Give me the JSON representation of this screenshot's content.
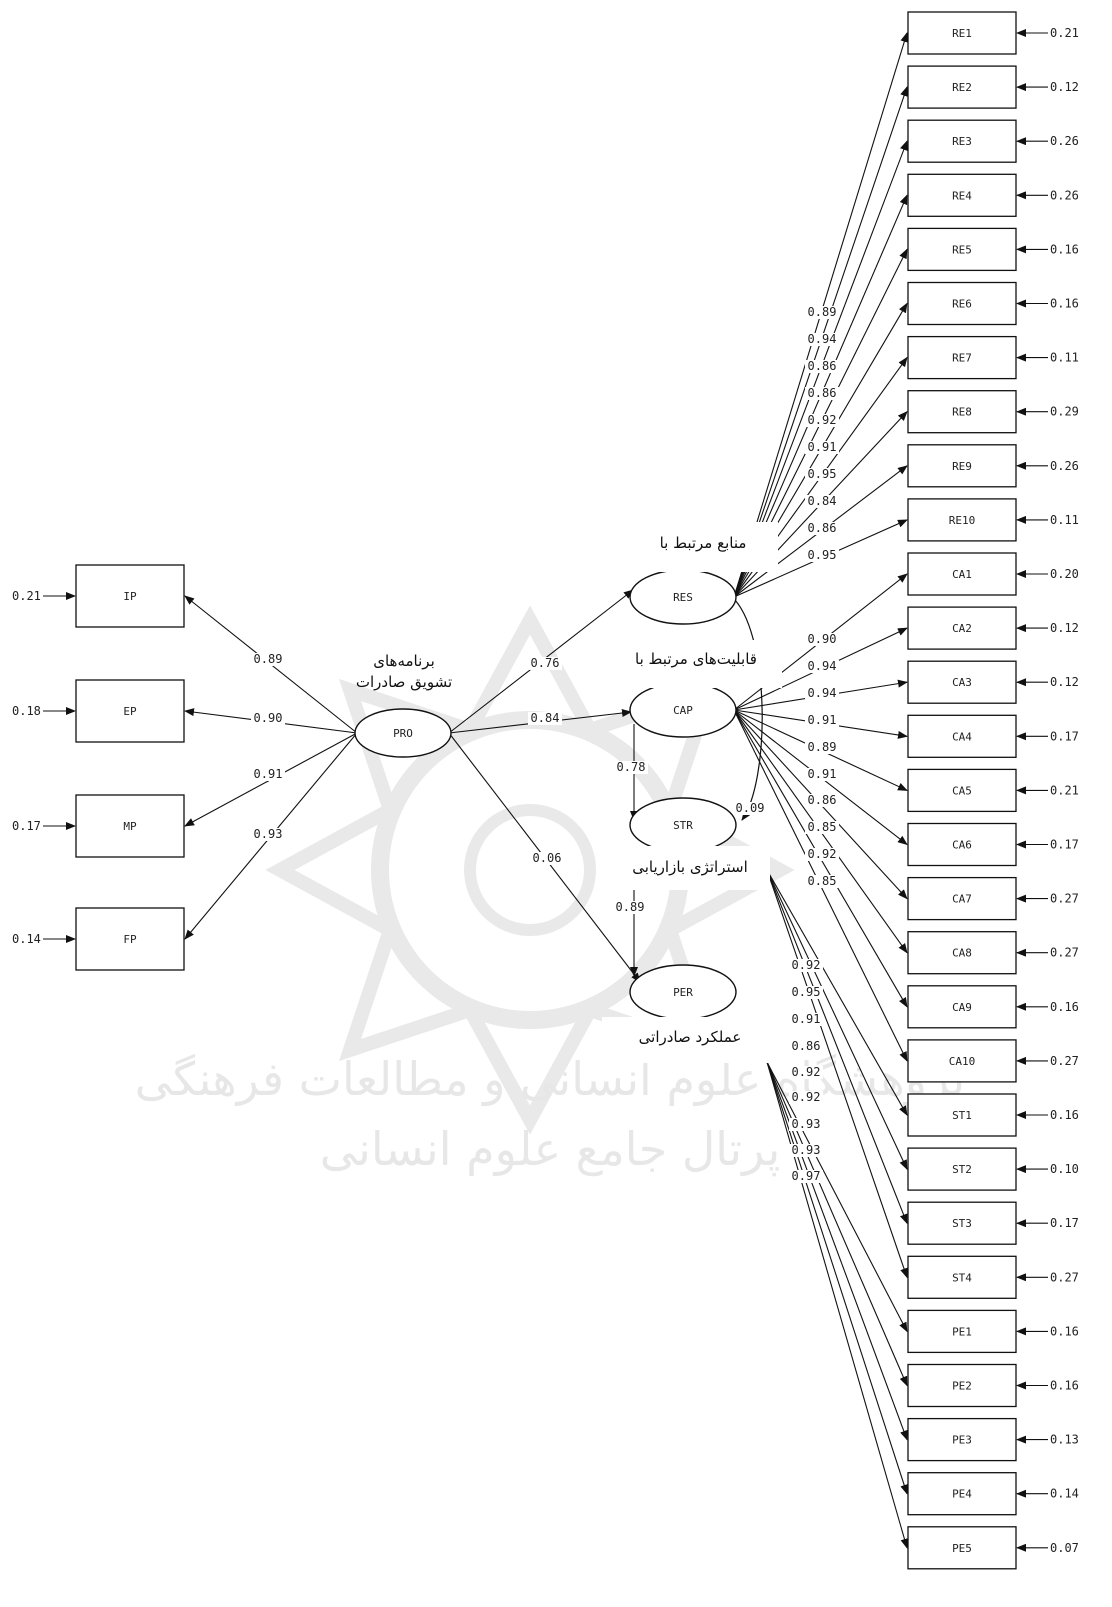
{
  "exogenous": {
    "label": "PRO",
    "caption": [
      "برنامه‌های",
      "تشویق صادرات"
    ],
    "indicators": [
      {
        "name": "IP",
        "error": "0.21",
        "loading": "0.89"
      },
      {
        "name": "EP",
        "error": "0.18",
        "loading": "0.90"
      },
      {
        "name": "MP",
        "error": "0.17",
        "loading": "0.91"
      },
      {
        "name": "FP",
        "error": "0.14",
        "loading": "0.93"
      }
    ]
  },
  "latents": [
    {
      "id": "RES",
      "label": "RES",
      "caption": "منابع مرتبط با"
    },
    {
      "id": "CAP",
      "label": "CAP",
      "caption": "قابلیت‌های مرتبط با"
    },
    {
      "id": "STR",
      "label": "STR",
      "caption": "استراتژی بازاریابی"
    },
    {
      "id": "PER",
      "label": "PER",
      "caption": "عملکرد صادراتی"
    }
  ],
  "paths": [
    {
      "from": "PRO",
      "to": "RES",
      "coef": "0.76"
    },
    {
      "from": "PRO",
      "to": "CAP",
      "coef": "0.84"
    },
    {
      "from": "PRO",
      "to": "PER",
      "coef": "0.06"
    },
    {
      "from": "CAP",
      "to": "STR",
      "coef": "0.78"
    },
    {
      "from": "STR",
      "to": "PER",
      "coef": "0.89"
    },
    {
      "from": "RES",
      "to": "STR",
      "coef": "0.09"
    }
  ],
  "indicators": [
    {
      "name": "RE1",
      "latent": "RES",
      "loading": "0.89",
      "error": "0.21"
    },
    {
      "name": "RE2",
      "latent": "RES",
      "loading": "0.94",
      "error": "0.12"
    },
    {
      "name": "RE3",
      "latent": "RES",
      "loading": "0.86",
      "error": "0.26"
    },
    {
      "name": "RE4",
      "latent": "RES",
      "loading": "0.86",
      "error": "0.26"
    },
    {
      "name": "RE5",
      "latent": "RES",
      "loading": "0.92",
      "error": "0.16"
    },
    {
      "name": "RE6",
      "latent": "RES",
      "loading": "0.91",
      "error": "0.16"
    },
    {
      "name": "RE7",
      "latent": "RES",
      "loading": "0.95",
      "error": "0.11"
    },
    {
      "name": "RE8",
      "latent": "RES",
      "loading": "0.84",
      "error": "0.29"
    },
    {
      "name": "RE9",
      "latent": "RES",
      "loading": "0.86",
      "error": "0.26"
    },
    {
      "name": "RE10",
      "latent": "RES",
      "loading": "0.95",
      "error": "0.11"
    },
    {
      "name": "CA1",
      "latent": "CAP",
      "loading": "0.90",
      "error": "0.20"
    },
    {
      "name": "CA2",
      "latent": "CAP",
      "loading": "0.94",
      "error": "0.12"
    },
    {
      "name": "CA3",
      "latent": "CAP",
      "loading": "0.94",
      "error": "0.12"
    },
    {
      "name": "CA4",
      "latent": "CAP",
      "loading": "0.91",
      "error": "0.17"
    },
    {
      "name": "CA5",
      "latent": "CAP",
      "loading": "0.89",
      "error": "0.21"
    },
    {
      "name": "CA6",
      "latent": "CAP",
      "loading": "0.91",
      "error": "0.17"
    },
    {
      "name": "CA7",
      "latent": "CAP",
      "loading": "0.86",
      "error": "0.27"
    },
    {
      "name": "CA8",
      "latent": "CAP",
      "loading": "0.85",
      "error": "0.27"
    },
    {
      "name": "CA9",
      "latent": "CAP",
      "loading": "0.92",
      "error": "0.16"
    },
    {
      "name": "CA10",
      "latent": "CAP",
      "loading": "0.85",
      "error": "0.27"
    },
    {
      "name": "ST1",
      "latent": "STR",
      "loading": "0.92",
      "error": "0.16"
    },
    {
      "name": "ST2",
      "latent": "STR",
      "loading": "0.95",
      "error": "0.10"
    },
    {
      "name": "ST3",
      "latent": "STR",
      "loading": "0.91",
      "error": "0.17"
    },
    {
      "name": "ST4",
      "latent": "STR",
      "loading": "0.86",
      "error": "0.27"
    },
    {
      "name": "PE1",
      "latent": "PER",
      "loading": "0.92",
      "error": "0.16"
    },
    {
      "name": "PE2",
      "latent": "PER",
      "loading": "0.92",
      "error": "0.16"
    },
    {
      "name": "PE3",
      "latent": "PER",
      "loading": "0.93",
      "error": "0.13"
    },
    {
      "name": "PE4",
      "latent": "PER",
      "loading": "0.93",
      "error": "0.14"
    },
    {
      "name": "PE5",
      "latent": "PER",
      "loading": "0.97",
      "error": "0.07"
    }
  ],
  "watermark": {
    "line1": "پژوهشگاه علوم انسانی و مطالعات فرهنگی",
    "line2": "پرتال جامع علوم انسانی"
  }
}
